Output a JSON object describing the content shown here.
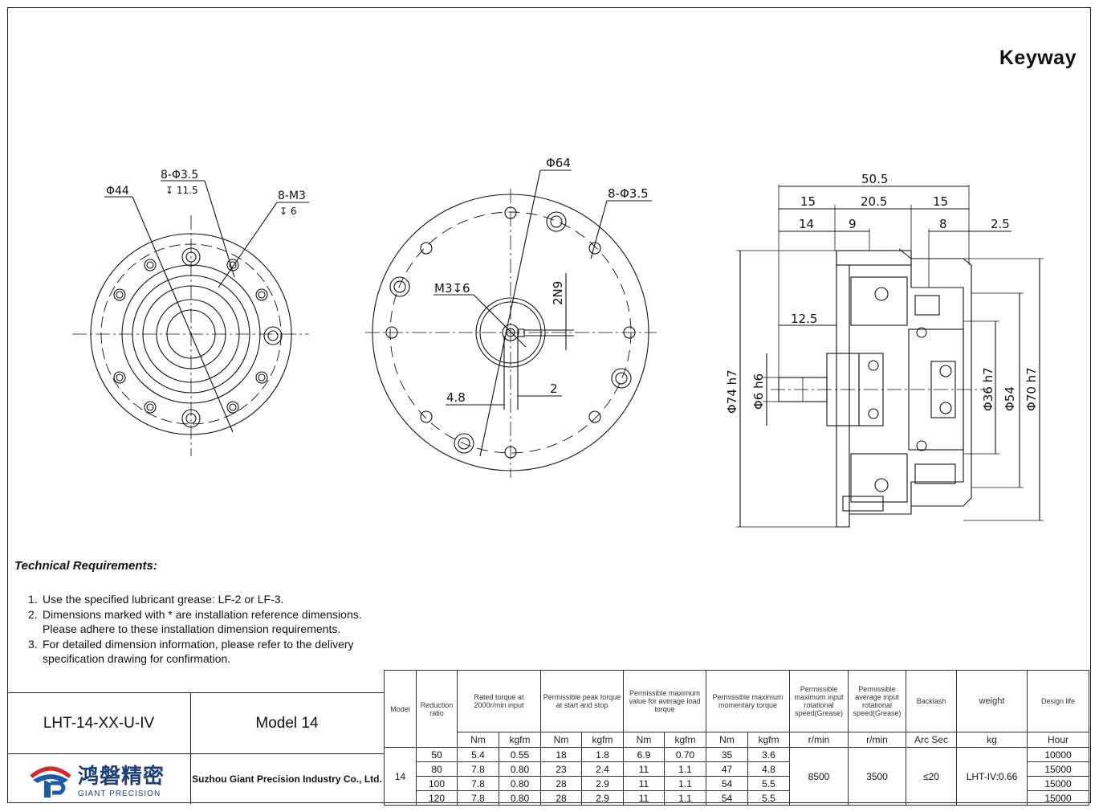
{
  "header": {
    "title": "Keyway"
  },
  "technical_requirements": {
    "title": "Technical Requirements:",
    "items": [
      {
        "num": "1.",
        "text": "Use the specified lubricant grease: LF-2 or LF-3."
      },
      {
        "num": "2.",
        "text": "Dimensions marked with * are installation reference dimensions. Please adhere to these installation dimension requirements."
      },
      {
        "num": "3.",
        "text": "For detailed dimension information, please refer to the delivery specification drawing for confirmation."
      }
    ]
  },
  "title_block": {
    "part_number": "LHT-14-XX-U-IV",
    "model_name": "Model 14",
    "company_cn": "鸿磐精密",
    "company_en_logo": "GIANT PRECISION",
    "company_full": "Suzhou Giant Precision Industry Co., Ltd."
  },
  "spec_table": {
    "headers": {
      "model": "Model",
      "ratio": "Reduction ratio",
      "rated": "Rated torque at 2000r/min input",
      "peak": "Permissible peak torque at start and stop",
      "avg_load": "Permissible maximum value for average load torque",
      "momentary": "Permissible maximum momentary torque",
      "max_speed": "Permissible maximum input rotational speed(Grease)",
      "avg_speed": "Permissible average input rotational speed(Grease)",
      "backlash": "Backlash",
      "weight": "weight",
      "life": "Design life"
    },
    "units": [
      "Nm",
      "kgfm",
      "Nm",
      "kgfm",
      "Nm",
      "kgfm",
      "Nm",
      "kgfm",
      "r/min",
      "r/min",
      "Arc Sec",
      "kg",
      "Hour"
    ],
    "model": "14",
    "max_speed": "8500",
    "avg_speed": "3500",
    "backlash": "≤20",
    "weight": "LHT-IV:0.66",
    "rows": [
      {
        "ratio": "50",
        "rated_nm": "5.4",
        "rated_kgfm": "0.55",
        "peak_nm": "18",
        "peak_kgfm": "1.8",
        "avg_nm": "6.9",
        "avg_kgfm": "0.70",
        "mom_nm": "35",
        "mom_kgfm": "3.6",
        "life": "10000"
      },
      {
        "ratio": "80",
        "rated_nm": "7.8",
        "rated_kgfm": "0.80",
        "peak_nm": "23",
        "peak_kgfm": "2.4",
        "avg_nm": "11",
        "avg_kgfm": "1.1",
        "mom_nm": "47",
        "mom_kgfm": "4.8",
        "life": "15000"
      },
      {
        "ratio": "100",
        "rated_nm": "7.8",
        "rated_kgfm": "0.80",
        "peak_nm": "28",
        "peak_kgfm": "2.9",
        "avg_nm": "11",
        "avg_kgfm": "1.1",
        "mom_nm": "54",
        "mom_kgfm": "5.5",
        "life": "15000"
      },
      {
        "ratio": "120",
        "rated_nm": "7.8",
        "rated_kgfm": "0.80",
        "peak_nm": "28",
        "peak_kgfm": "2.9",
        "avg_nm": "11",
        "avg_kgfm": "1.1",
        "mom_nm": "54",
        "mom_kgfm": "5.5",
        "life": "15000"
      }
    ]
  },
  "drawing": {
    "left_view": {
      "d44": "Φ44",
      "holes": "8-Φ3.5",
      "holes_depth": "↧ 11.5",
      "thread": "8-M3",
      "thread_depth": "↧ 6"
    },
    "middle_view": {
      "d64": "Φ64",
      "holes": "8-Φ3.5",
      "m3": "M3↧6",
      "n9": "2N9",
      "w48": "4.8",
      "w2": "2"
    },
    "right_view": {
      "d505": "50.5",
      "d15a": "15",
      "d205": "20.5",
      "d15b": "15",
      "d14": "14",
      "d9": "9",
      "d8": "8",
      "d25": "2.5",
      "d125": "12.5",
      "phi74": "Φ74 h7",
      "phi6": "Φ6 h6",
      "phi36": "Φ36 h7",
      "phi54": "Φ54",
      "phi70": "Φ70 h7"
    }
  }
}
